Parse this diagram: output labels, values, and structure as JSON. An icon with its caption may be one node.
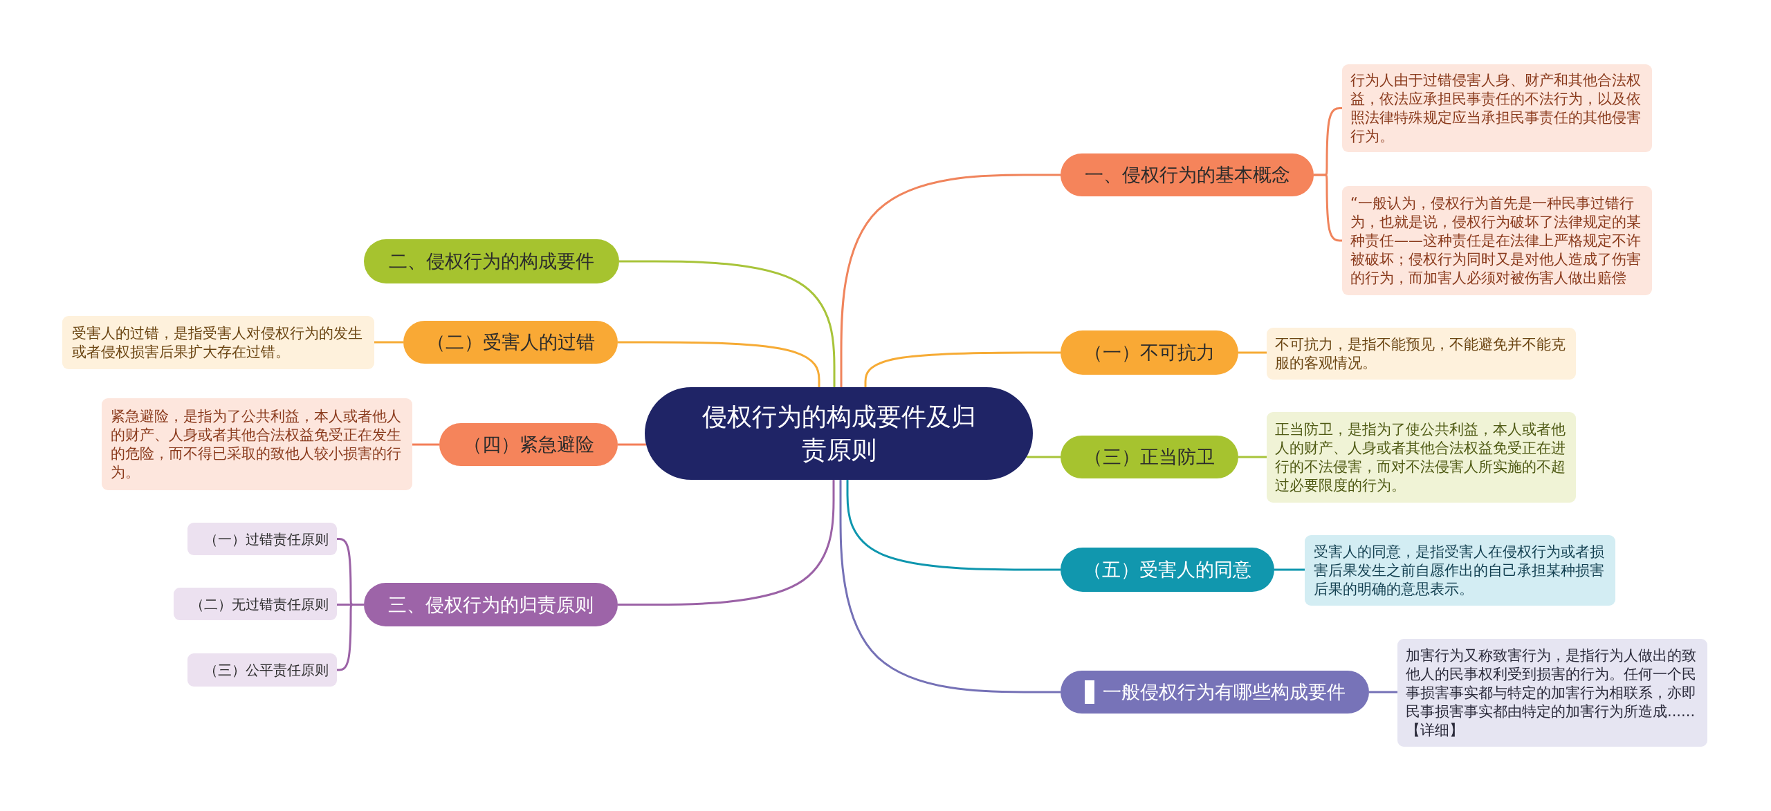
{
  "diagram": {
    "nodes": [
      {
        "text": [
          "侵权行为的构成要件及归责原则"
        ]
      },
      {
        "text": [
          "一、侵权行为的基本概念"
        ]
      },
      {
        "text": [
          "行为人由于过错侵害人身、财产和其他合法权益，依法应承担民事责任的不法行为，以及依照法律特殊规定应当承担民事责任的其他侵害行为。"
        ]
      },
      {
        "text": [
          "“一般认为，侵权行为首先是一种民事过错行为，也就是说，侵权行为破坏了法律规定的某种责任——这种责任是在法律上严格规定不许被破坏；侵权行为同时又是对他人造成了伤害的行为，而加害人必须对被伤害人做出赔偿"
        ]
      },
      {
        "text": [
          "二、侵权行为的构成要件"
        ]
      },
      {
        "text": [
          "（二）受害人的过错"
        ]
      },
      {
        "text": [
          "受害人的过错，是指受害人对侵权行为的发生或者侵权损害后果扩大存在过错。"
        ]
      },
      {
        "text": [
          "（一）不可抗力"
        ]
      },
      {
        "text": [
          "不可抗力，是指不能预见，不能避免并不能克服的客观情况。"
        ]
      },
      {
        "text": [
          "（四）紧急避险"
        ]
      },
      {
        "text": [
          "紧急避险，是指为了公共利益，本人或者他人的财产、人身或者其他合法权益免受正在发生的危险，而不得已采取的致他人较小损害的行为。"
        ]
      },
      {
        "text": [
          "（三）正当防卫"
        ]
      },
      {
        "text": [
          "正当防卫，是指为了使公共利益，本人或者他人的财产、人身或者其他合法权益免受正在进行的不法侵害，而对不法侵害人所实施的不超过必要限度的行为。"
        ]
      },
      {
        "text": [
          "（五）受害人的同意"
        ]
      },
      {
        "text": [
          "受害人的同意，是指受害人在侵权行为或者损害后果发生之前自愿作出的自己承担某种损害后果的明确的意思表示。"
        ]
      },
      {
        "text": [
          "三、侵权行为的归责原则"
        ]
      },
      {
        "text": [
          "（一）过错责任原则"
        ]
      },
      {
        "text": [
          "（二）无过错责任原则"
        ]
      },
      {
        "text": [
          "（三）公平责任原则"
        ]
      },
      {
        "text": [
          "一般侵权行为有哪些构成要件"
        ]
      },
      {
        "text": [
          "加害行为又称致害行为，是指行为人做出的致他人的民事权利受到损害的行为。任何一个民事损害事实都与特定的加害行为相联系，亦即民事损害事实都由特定的加害行为所造成......【详细】"
        ]
      }
    ],
    "edges": [
      {
        "from": 0,
        "to": 1,
        "arrow": "none",
        "color": "#f0845c"
      },
      {
        "from": 1,
        "to": 2,
        "arrow": "none",
        "color": "#f0845c"
      },
      {
        "from": 1,
        "to": 3,
        "arrow": "none",
        "color": "#f0845c"
      },
      {
        "from": 0,
        "to": 4,
        "arrow": "none",
        "color": "#a8c43a"
      },
      {
        "from": 0,
        "to": 5,
        "arrow": "none",
        "color": "#f6ab35"
      },
      {
        "from": 5,
        "to": 6,
        "arrow": "none",
        "color": "#f6ab35"
      },
      {
        "from": 0,
        "to": 7,
        "arrow": "none",
        "color": "#f6ab35"
      },
      {
        "from": 7,
        "to": 8,
        "arrow": "none",
        "color": "#f6ab35"
      },
      {
        "from": 0,
        "to": 9,
        "arrow": "none",
        "color": "#f47f58"
      },
      {
        "from": 9,
        "to": 10,
        "arrow": "none",
        "color": "#f47f58"
      },
      {
        "from": 0,
        "to": 11,
        "arrow": "none",
        "color": "#a8c43a"
      },
      {
        "from": 11,
        "to": 12,
        "arrow": "none",
        "color": "#a8c43a"
      },
      {
        "from": 0,
        "to": 13,
        "arrow": "none",
        "color": "#0e96ae"
      },
      {
        "from": 13,
        "to": 14,
        "arrow": "none",
        "color": "#0e96ae"
      },
      {
        "from": 0,
        "to": 15,
        "arrow": "none",
        "color": "#9b62a6"
      },
      {
        "from": 15,
        "to": 16,
        "arrow": "none",
        "color": "#9b62a6"
      },
      {
        "from": 15,
        "to": 17,
        "arrow": "none",
        "color": "#9b62a6"
      },
      {
        "from": 15,
        "to": 18,
        "arrow": "none",
        "color": "#9b62a6"
      },
      {
        "from": 0,
        "to": 19,
        "arrow": "none",
        "color": "#7571b6"
      },
      {
        "from": 19,
        "to": 20,
        "arrow": "none",
        "color": "#7571b6"
      }
    ]
  }
}
